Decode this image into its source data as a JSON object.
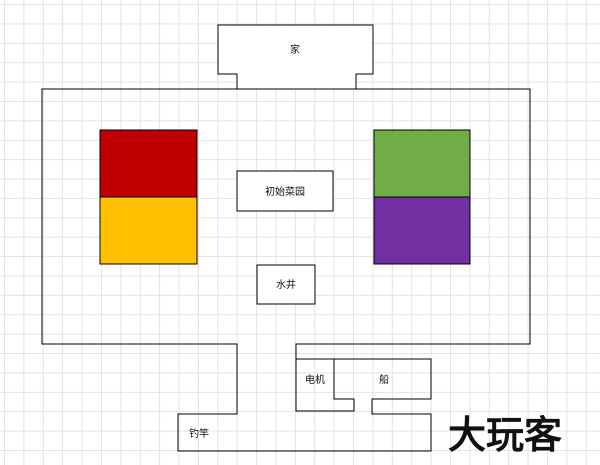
{
  "labels": {
    "home": "家",
    "initial_garden": "初始菜园",
    "well": "水井",
    "generator": "电机",
    "boat": "船",
    "fishing_rod": "钓竿"
  },
  "watermark": "大玩客",
  "colors": {
    "plot_red": "#c00000",
    "plot_yellow": "#ffc000",
    "plot_green": "#70ad47",
    "plot_purple": "#7030a0",
    "outline": "#000000"
  }
}
